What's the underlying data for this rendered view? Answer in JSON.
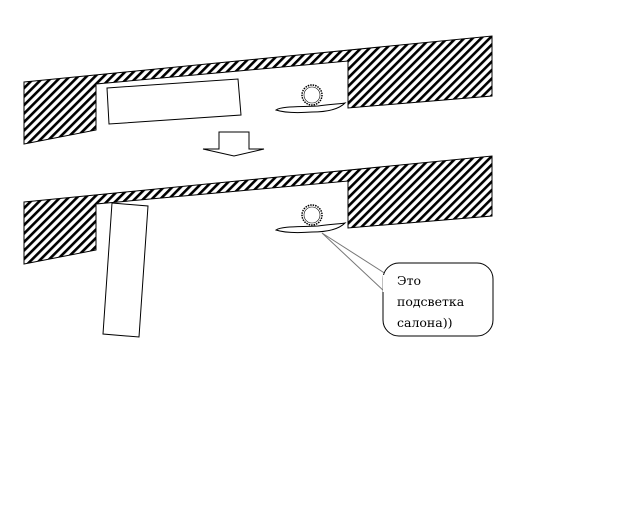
{
  "diagram": {
    "callout": {
      "lines": [
        "Это",
        "подсветка",
        "салона))"
      ]
    },
    "icons": {
      "lamp": "lamp-icon",
      "arrow": "down-arrow-icon"
    },
    "colors": {
      "stroke": "#000000",
      "fill": "#ffffff"
    }
  }
}
